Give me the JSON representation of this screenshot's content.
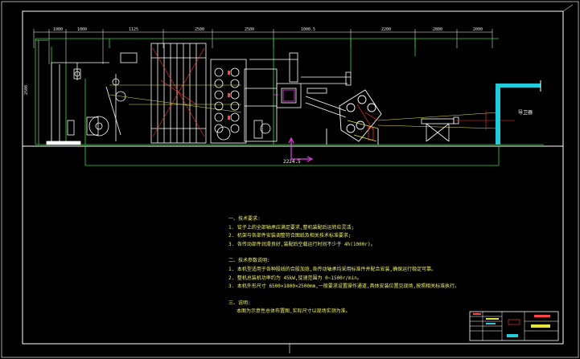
{
  "drawing": {
    "top_dimensions": [
      "1000",
      "1000",
      "1125",
      "2500",
      "2500",
      "1000.5",
      "2200",
      "2800",
      "2000"
    ],
    "height_dimension": "2500",
    "overall_dimension": "2224.5",
    "side_label": "导卫器"
  },
  "notes": {
    "section1_title": "一、技术要求:",
    "section1_items": [
      "1. 锭子上的全部轴承应满足要求,整机装配后运转应灵活;",
      "2. 机架与各部件安装调整符合图纸及相关技术标准要求;",
      "3. 各传动部件润滑良好,装配后空载运行时间不少于 4h(1000r)。"
    ],
    "section2_title": "二、技术参数说明:",
    "section2_items": [
      "1. 本机型适用于各种股线的合股加捻,各传动轴承均采用标准件并配合安装,确保运行稳定可靠。",
      "2. 整机总装机功率约为 45kW,锭速范围为 0~1500r/min。",
      "3. 本机外形尺寸 6500×1800×2500mm,一般要求设置操作通道,具体安装位置见现场,按照相关标准执行。"
    ],
    "section3_title": "三、说明:",
    "section3_text": "本图为示意性总体布置图,实际尺寸以现场实测为准。"
  },
  "title_block": {
    "label": "title-block"
  }
}
